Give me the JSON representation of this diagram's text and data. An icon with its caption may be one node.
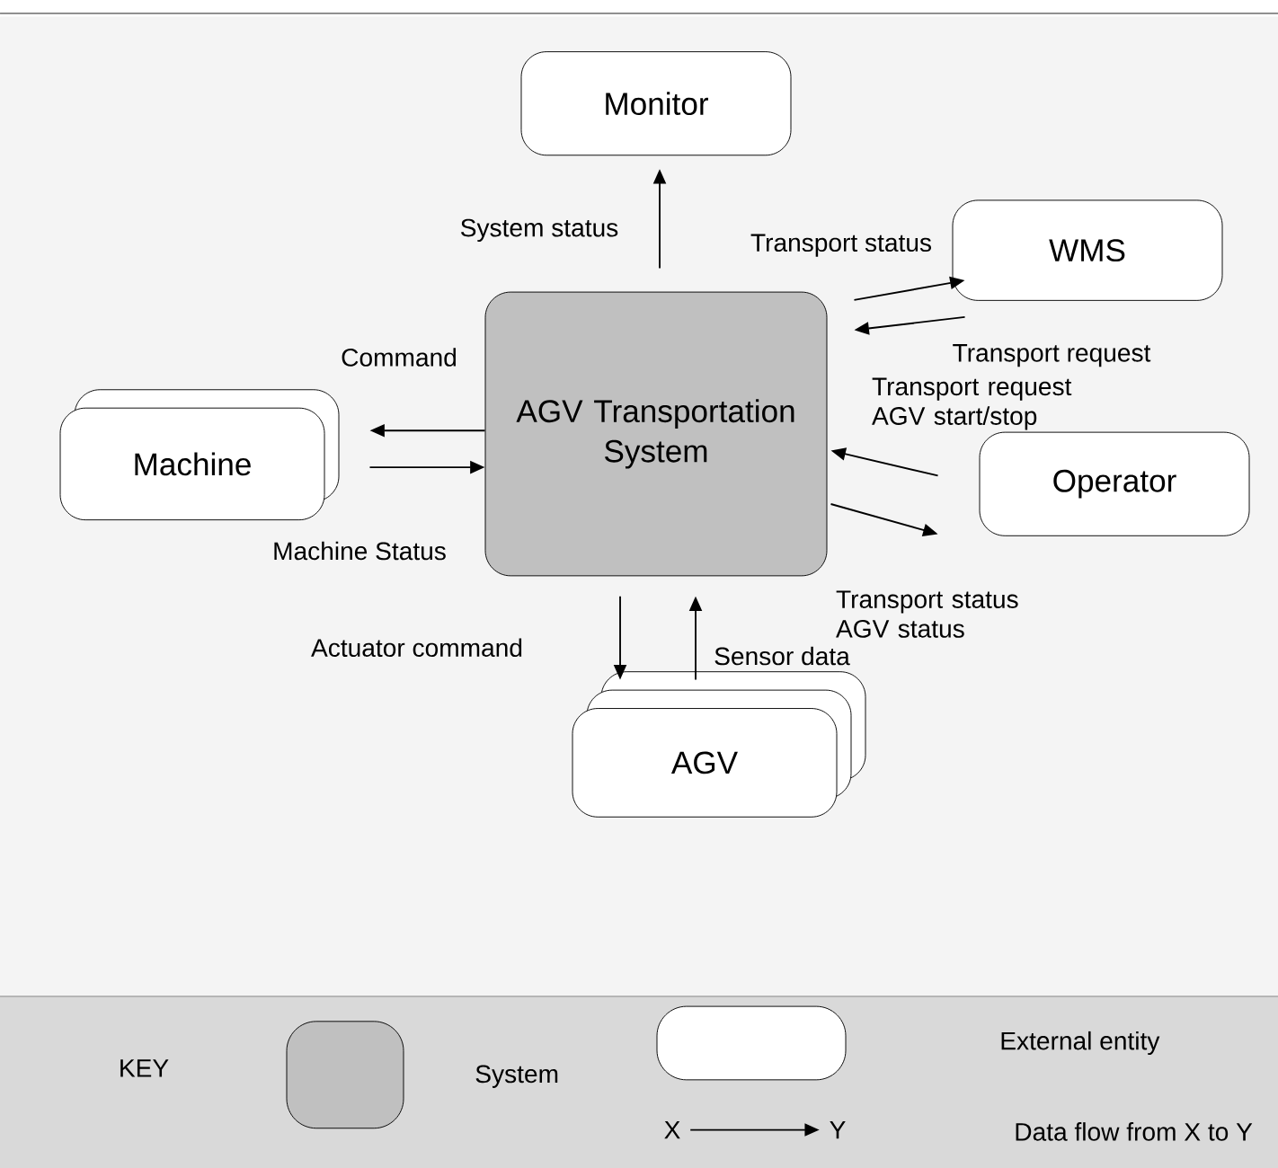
{
  "diagram": {
    "nodes": [
      {
        "text": [
          "Monitor"
        ]
      },
      {
        "text": [
          "WMS"
        ]
      },
      {
        "text": [
          "AGV Transportation System"
        ]
      },
      {
        "text": [
          "Machine"
        ]
      },
      {
        "text": [
          "Operator"
        ]
      },
      {
        "text": [
          "AGV"
        ]
      },
      {
        "text": [],
        "shape": "box"
      },
      {
        "text": [],
        "shape": "box"
      },
      {
        "text": [
          "X"
        ]
      },
      {
        "text": [
          "Y"
        ]
      }
    ],
    "edges": [
      {
        "from": 2,
        "to": 0,
        "arrow": "to",
        "label": "System status"
      },
      {
        "from": 2,
        "to": 1,
        "arrow": "to",
        "label": "Transport status"
      },
      {
        "from": 1,
        "to": 2,
        "arrow": "to",
        "label": "Transport request"
      },
      {
        "from": 2,
        "to": 3,
        "arrow": "to",
        "label": "Command"
      },
      {
        "from": 3,
        "to": 2,
        "arrow": "to",
        "label": "Machine Status"
      },
      {
        "from": 4,
        "to": 2,
        "arrow": "to",
        "label": "Transport request AGV start/stop"
      },
      {
        "from": 2,
        "to": 4,
        "arrow": "to",
        "label": "Transport status AGV status"
      },
      {
        "from": 2,
        "to": 5,
        "arrow": "to",
        "label": "Actuator command"
      },
      {
        "from": 5,
        "to": 2,
        "arrow": "to",
        "label": "Sensor data"
      },
      {
        "from": 8,
        "to": 9,
        "arrow": "to"
      }
    ],
    "labels": [
      "KEY"
    ],
    "legend": [
      {
        "text": "System"
      },
      {
        "text": "External entity"
      },
      {
        "text": "Data flow from X to Y"
      }
    ]
  }
}
